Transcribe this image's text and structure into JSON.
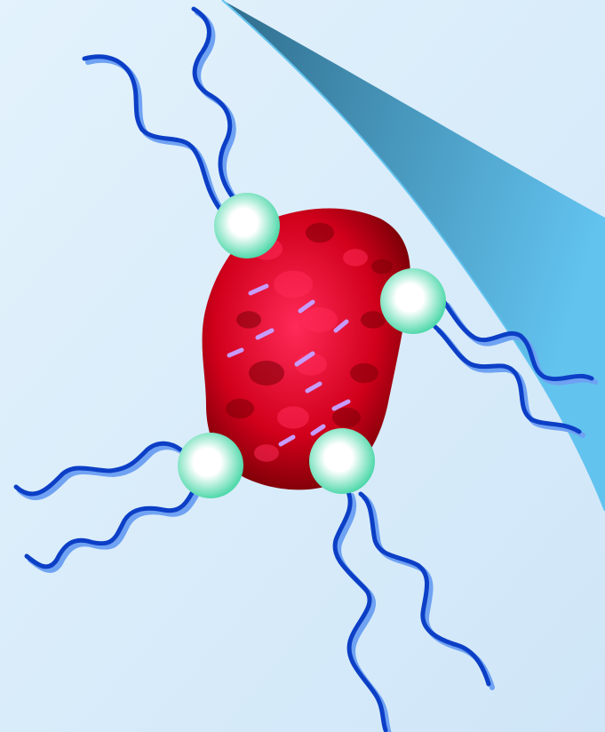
{
  "colors": {
    "background_top": "#e3f2fc",
    "background_bottom": "#cfe6f8",
    "surface_dark": "#2f6d8c",
    "surface_light": "#62c3ef",
    "protein_dark": "#7c0007",
    "protein_mid": "#d1001b",
    "protein_light": "#ff2a58",
    "protein_highlight": "#c79cff",
    "bead_center": "#ffffff",
    "bead_edge": "#38d39f",
    "chain": "#0c3fc6",
    "chain_shadow": "#6fa2f2"
  },
  "figure": {
    "elements": {
      "surface": "curved-surface",
      "protein": "protein-core",
      "beads": [
        "anchor-bead-top",
        "anchor-bead-right",
        "anchor-bead-bottom-left",
        "anchor-bead-bottom-right"
      ],
      "chains": [
        "polymer-chain",
        "polymer-chain",
        "polymer-chain",
        "polymer-chain",
        "polymer-chain",
        "polymer-chain",
        "polymer-chain",
        "polymer-chain"
      ]
    }
  }
}
